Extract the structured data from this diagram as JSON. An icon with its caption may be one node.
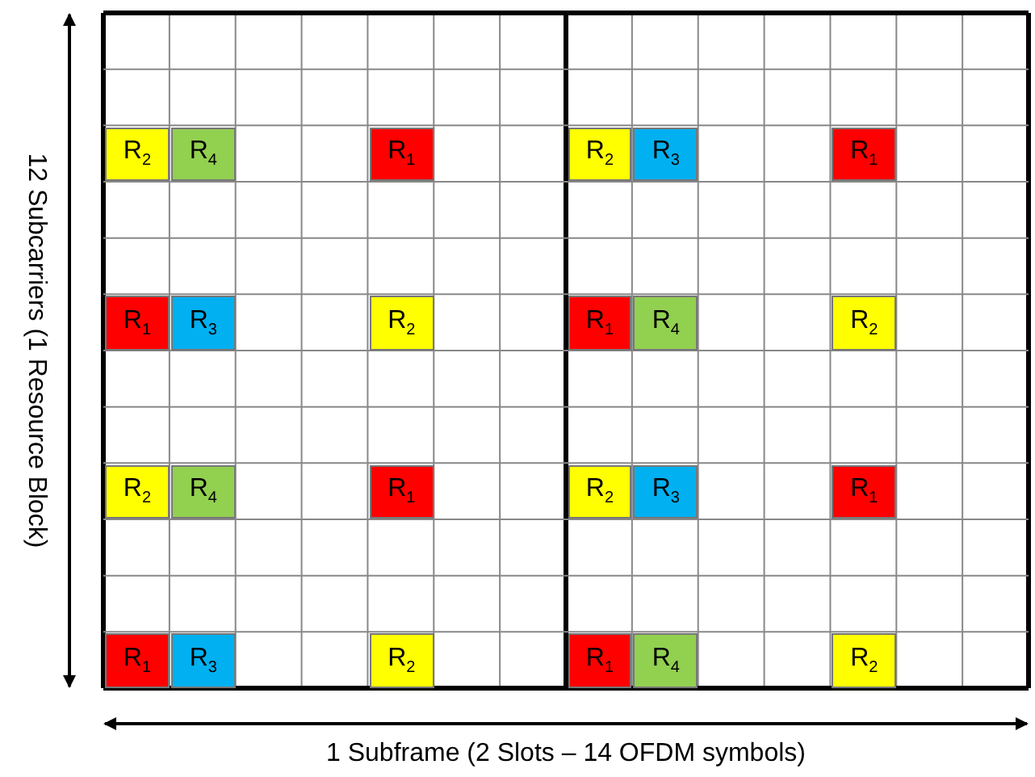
{
  "diagram": {
    "nodes": [
      {
        "text": [
          "R$_{2}$"
        ]
      },
      {
        "text": [
          "R$_{4}$"
        ]
      },
      {
        "text": [
          "R$_{1}$"
        ]
      },
      {
        "text": [
          "R$_{2}$"
        ]
      },
      {
        "text": [
          "R$_{3}$"
        ]
      },
      {
        "text": [
          "R$_{1}$"
        ]
      },
      {
        "text": [
          "R$_{1}$"
        ]
      },
      {
        "text": [
          "R$_{3}$"
        ]
      },
      {
        "text": [
          "R$_{2}$"
        ]
      },
      {
        "text": [
          "R$_{1}$"
        ]
      },
      {
        "text": [
          "R$_{4}$"
        ]
      },
      {
        "text": [
          "R$_{2}$"
        ]
      },
      {
        "text": [
          "R$_{2}$"
        ]
      },
      {
        "text": [
          "R$_{4}$"
        ]
      },
      {
        "text": [
          "R$_{1}$"
        ]
      },
      {
        "text": [
          "R$_{2}$"
        ]
      },
      {
        "text": [
          "R$_{3}$"
        ]
      },
      {
        "text": [
          "R$_{1}$"
        ]
      },
      {
        "text": [
          "R$_{1}$"
        ]
      },
      {
        "text": [
          "R$_{3}$"
        ]
      },
      {
        "text": [
          "R$_{2}$"
        ]
      },
      {
        "text": [
          "R$_{1}$"
        ]
      },
      {
        "text": [
          "R$_{4}$"
        ]
      },
      {
        "text": [
          "R$_{2}$"
        ]
      }
    ],
    "labels": [
      "12 Subcarriers (1 Resource Block)",
      "1 Subframe (2 Slots – 14 OFDM symbols)"
    ]
  }
}
